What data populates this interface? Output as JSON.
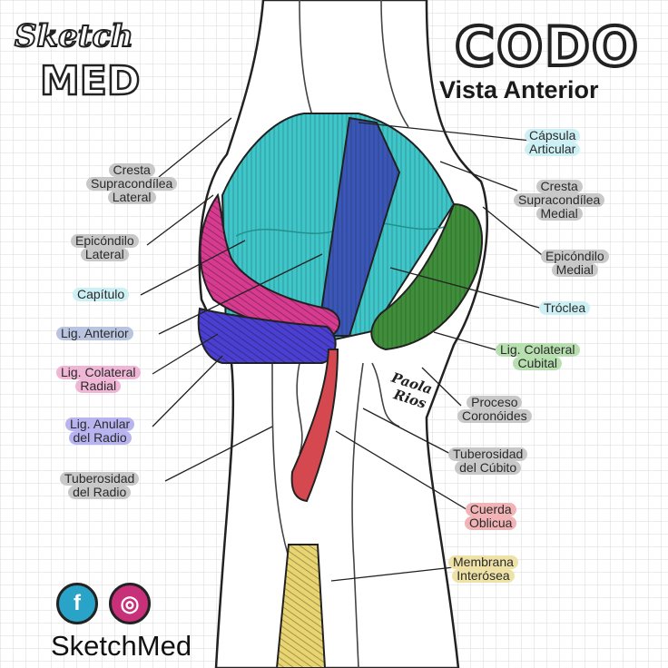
{
  "logo": {
    "top": "Sketch",
    "bottom": "MED"
  },
  "title": "CODO",
  "subtitle": "Vista Anterior",
  "signature": [
    "Paola",
    "Rios"
  ],
  "brand": "SketchMed",
  "social": {
    "facebook": "f",
    "instagram": "◎"
  },
  "colors": {
    "teal": "#3fc6c9",
    "blue": "#3a57b8",
    "green": "#3f8e3a",
    "pink": "#d63b8f",
    "annular": "#4a3fd0",
    "cord": "#d6484f",
    "membrane": "#e8d470"
  },
  "labels": [
    {
      "id": "cresta-supracondilea-lateral",
      "lines": [
        "Cresta",
        "Supracondílea",
        "Lateral"
      ],
      "color": "#c8c8c8"
    },
    {
      "id": "epicondilo-lateral",
      "lines": [
        "Epicóndilo",
        "Lateral"
      ],
      "color": "#c8c8c8"
    },
    {
      "id": "capitulo",
      "lines": [
        "Capítulo"
      ],
      "color": "#cdf0f4"
    },
    {
      "id": "lig-anterior",
      "lines": [
        "Lig. Anterior"
      ],
      "color": "#b9c5e0"
    },
    {
      "id": "lig-colateral-radial",
      "lines": [
        "Lig. Colateral",
        "Radial"
      ],
      "color": "#efb6d6"
    },
    {
      "id": "lig-anular-del-radio",
      "lines": [
        "Lig. Anular",
        "del Radio"
      ],
      "color": "#b8b4ef"
    },
    {
      "id": "tuberosidad-del-radio",
      "lines": [
        "Tuberosidad",
        "del Radio"
      ],
      "color": "#c8c8c8"
    },
    {
      "id": "capsula-articular",
      "lines": [
        "Cápsula",
        "Articular"
      ],
      "color": "#cdf0f4"
    },
    {
      "id": "cresta-supracondilea-medial",
      "lines": [
        "Cresta",
        "Supracondílea",
        "Medial"
      ],
      "color": "#c8c8c8"
    },
    {
      "id": "epicondilo-medial",
      "lines": [
        "Epicóndilo",
        "Medial"
      ],
      "color": "#c8c8c8"
    },
    {
      "id": "troclea",
      "lines": [
        "Tróclea"
      ],
      "color": "#cdf0f4"
    },
    {
      "id": "lig-colateral-cubital",
      "lines": [
        "Lig. Colateral",
        "Cubital"
      ],
      "color": "#b8dfb0"
    },
    {
      "id": "proceso-coronoides",
      "lines": [
        "Proceso",
        "Coronóides"
      ],
      "color": "#c8c8c8"
    },
    {
      "id": "tuberosidad-del-cubito",
      "lines": [
        "Tuberosidad",
        "del Cúbito"
      ],
      "color": "#c8c8c8"
    },
    {
      "id": "cuerda-oblicua",
      "lines": [
        "Cuerda",
        "Oblicua"
      ],
      "color": "#f1b3b6"
    },
    {
      "id": "membrana-interosea",
      "lines": [
        "Membrana",
        "Interósea"
      ],
      "color": "#efe2a6"
    }
  ]
}
